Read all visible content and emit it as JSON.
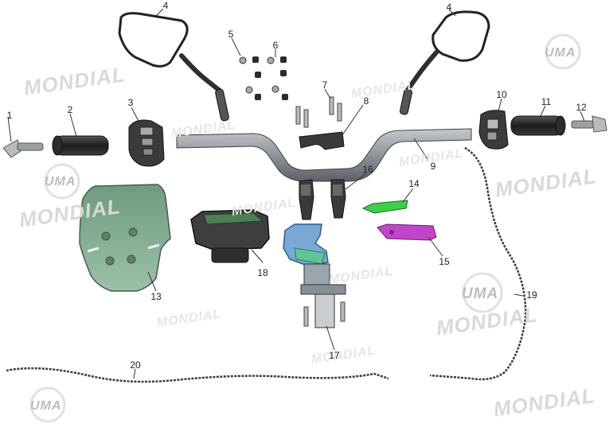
{
  "watermark": {
    "brand_text": "MONDIAL",
    "logo_text": "UMA"
  },
  "callouts": [
    "1",
    "2",
    "3",
    "4",
    "4",
    "5",
    "6",
    "7",
    "8",
    "9",
    "10",
    "11",
    "12",
    "13",
    "14",
    "15",
    "16",
    "17",
    "18",
    "19",
    "20"
  ],
  "colors": {
    "part_gray": "#8a8f95",
    "part_dark": "#2a2a2a",
    "windshield": "#7fa58a",
    "bracket_blue": "#5d8fc7",
    "bracket_green": "#5fc49a",
    "part14": "#3ccf4a",
    "part15": "#c245c8"
  }
}
